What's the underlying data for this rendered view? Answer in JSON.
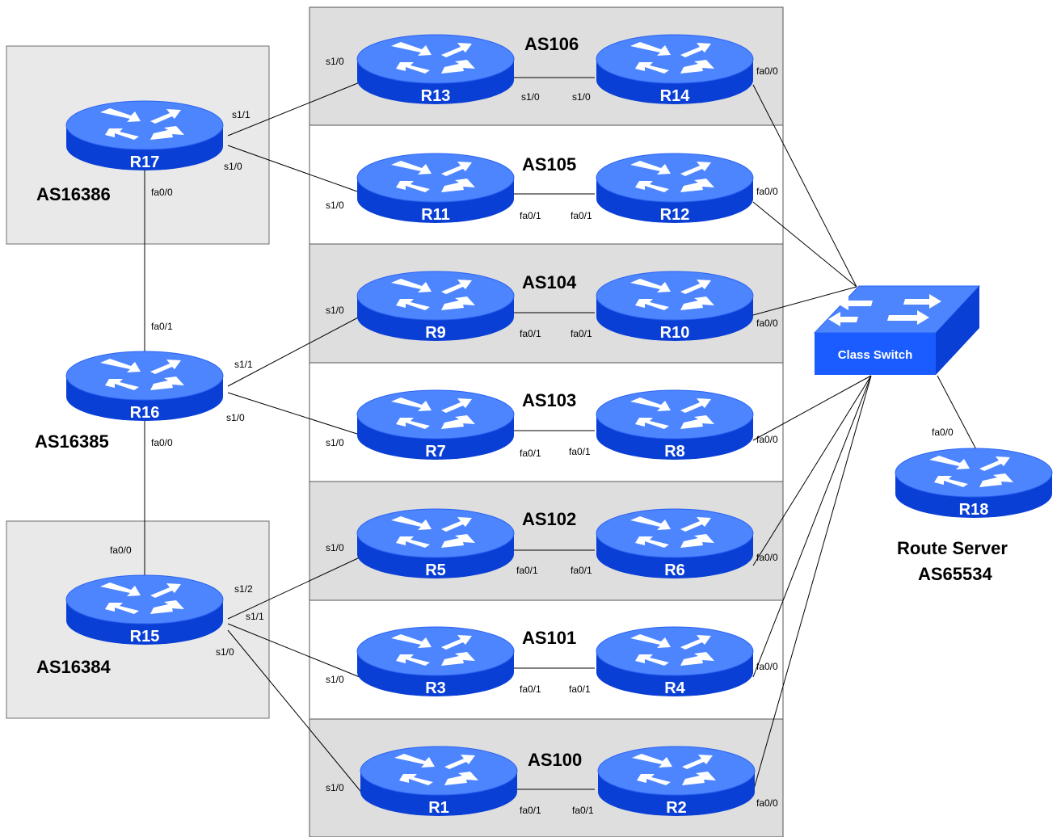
{
  "colors": {
    "router_top": "#4d85ff",
    "router_side": "#0a3fd6",
    "switch_face": "#1a5cff",
    "gray_box": "#dedede",
    "light_box": "#e9e9e9"
  },
  "left_as": [
    {
      "name": "AS16386"
    },
    {
      "name": "AS16385"
    },
    {
      "name": "AS16384"
    }
  ],
  "middle_as": [
    {
      "name": "AS106"
    },
    {
      "name": "AS105"
    },
    {
      "name": "AS104"
    },
    {
      "name": "AS103"
    },
    {
      "name": "AS102"
    },
    {
      "name": "AS101"
    },
    {
      "name": "AS100"
    }
  ],
  "routers": {
    "r17": {
      "name": "R17",
      "icon": "router-icon"
    },
    "r16": {
      "name": "R16",
      "icon": "router-icon"
    },
    "r15": {
      "name": "R15",
      "icon": "router-icon"
    },
    "r13": {
      "name": "R13",
      "icon": "router-icon"
    },
    "r14": {
      "name": "R14",
      "icon": "router-icon"
    },
    "r11": {
      "name": "R11",
      "icon": "router-icon"
    },
    "r12": {
      "name": "R12",
      "icon": "router-icon"
    },
    "r9": {
      "name": "R9",
      "icon": "router-icon"
    },
    "r10": {
      "name": "R10",
      "icon": "router-icon"
    },
    "r7": {
      "name": "R7",
      "icon": "router-icon"
    },
    "r8": {
      "name": "R8",
      "icon": "router-icon"
    },
    "r5": {
      "name": "R5",
      "icon": "router-icon"
    },
    "r6": {
      "name": "R6",
      "icon": "router-icon"
    },
    "r3": {
      "name": "R3",
      "icon": "router-icon"
    },
    "r4": {
      "name": "R4",
      "icon": "router-icon"
    },
    "r1": {
      "name": "R1",
      "icon": "router-icon"
    },
    "r2": {
      "name": "R2",
      "icon": "router-icon"
    },
    "r18": {
      "name": "R18",
      "icon": "router-icon"
    }
  },
  "switch": {
    "label": "Class Switch",
    "icon": "switch-icon"
  },
  "route_server": {
    "line1": "Route Server",
    "line2": "AS65534"
  },
  "interfaces": {
    "s1_0": "s1/0",
    "s1_1": "s1/1",
    "s1_2": "s1/2",
    "fa0_0": "fa0/0",
    "fa0_1": "fa0/1"
  }
}
